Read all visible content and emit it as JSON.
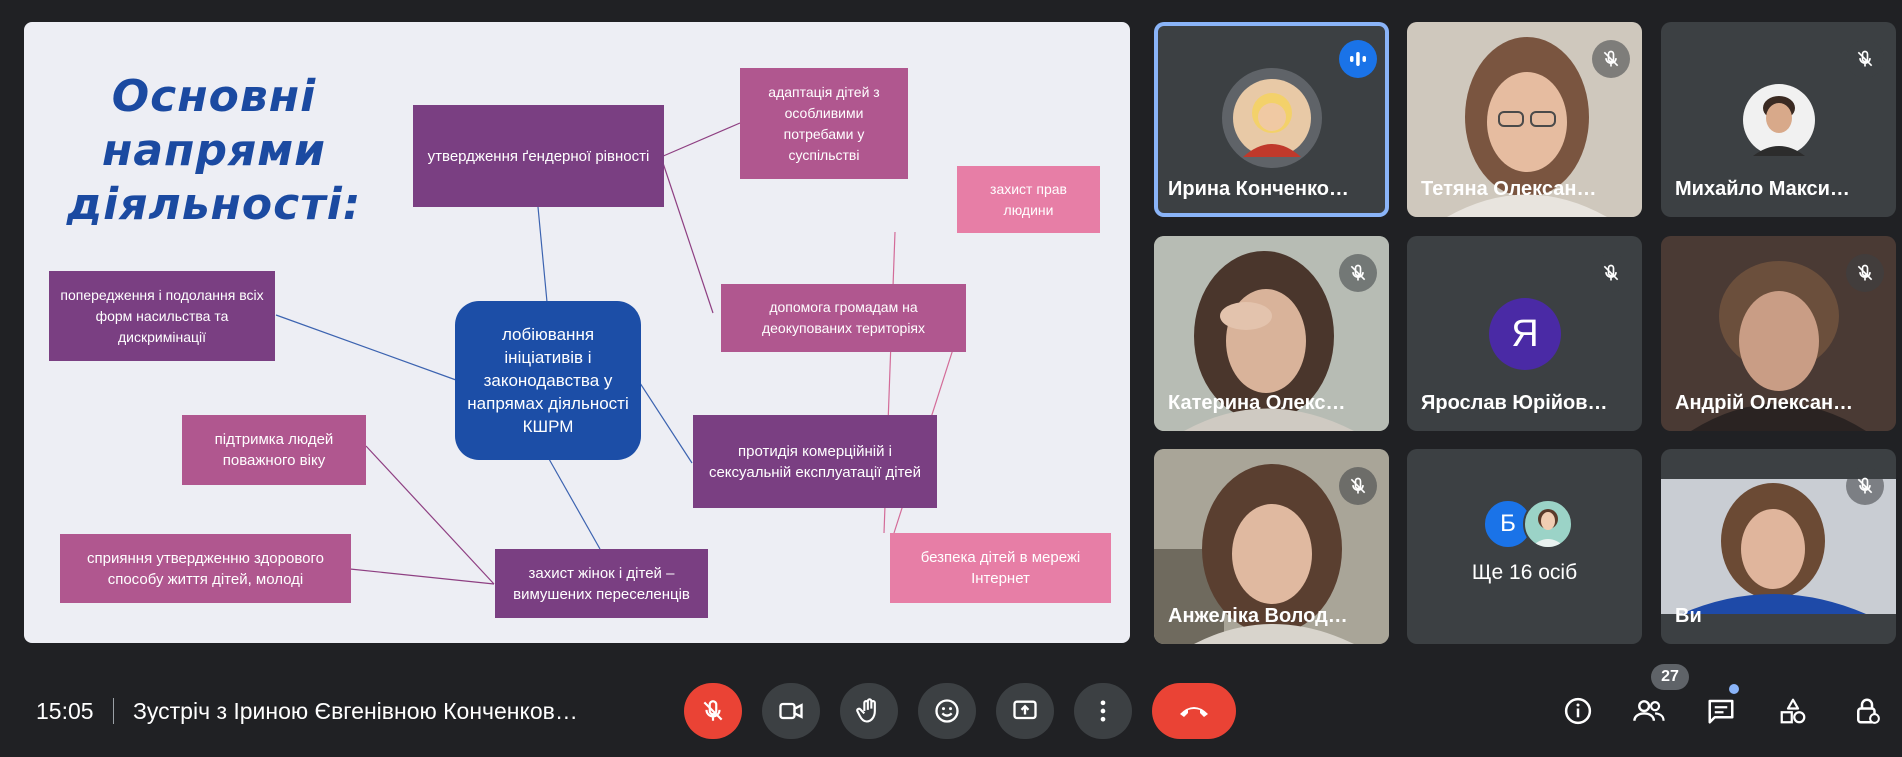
{
  "slide": {
    "title_line1": "Основні",
    "title_line2": "напрями",
    "title_line3": "діяльності:",
    "center": "лобіювання ініціативів і законодавства у напрямах діяльності КШРМ",
    "boxes": {
      "gender": "утвердження ґендерної рівності",
      "adaptation": "адаптація дітей з особливими потребами у суспільстві",
      "human_rights": "захист прав людини",
      "deoccupied": "допомога громадам на деокупованих територіях",
      "violence": "попередження і подолання всіх форм насильства та дискримінації",
      "elderly": "підтримка людей поважного віку",
      "exploitation": "протидія комерційній і сексуальній експлуатації дітей",
      "health": "сприяння утвердженню здорового способу життя дітей, молоді",
      "displaced": "захист жінок і дітей – вимушених переселенців",
      "internet": "безпека дітей в мережі Інтернет"
    }
  },
  "participants": [
    {
      "name": "Ирина Конченко…",
      "status": "speaking"
    },
    {
      "name": "Тетяна Олексан…",
      "status": "muted"
    },
    {
      "name": "Михайло Макси…",
      "status": "muted"
    },
    {
      "name": "Катерина Олекс…",
      "status": "muted"
    },
    {
      "name": "Ярослав Юрійов…",
      "status": "muted",
      "initial": "Я"
    },
    {
      "name": "Андрій Олексан…",
      "status": "muted"
    },
    {
      "name": "Анжеліка Волод…",
      "status": "muted"
    },
    {
      "more_label": "Ще 16 осіб",
      "initial": "Б"
    },
    {
      "name": "Ви",
      "status": "muted"
    }
  ],
  "bottom_bar": {
    "time": "15:05",
    "meeting_title": "Зустріч з Іриною Євгенівною Конченков…",
    "people_count": "27"
  },
  "colors": {
    "background": "#202124",
    "tile": "#3c4043",
    "accent_blue": "#8ab4f8",
    "danger": "#ea4335",
    "slide_dark": "#7a3f82",
    "slide_mid": "#b0578f",
    "slide_pink": "#e77ea6",
    "slide_blue": "#1c4ea7"
  },
  "icons": [
    "mic-off-icon",
    "camera-icon",
    "raise-hand-icon",
    "emoji-icon",
    "present-screen-icon",
    "more-options-icon",
    "hang-up-icon",
    "info-icon",
    "people-icon",
    "chat-icon",
    "activities-icon",
    "host-controls-icon",
    "speaking-icon"
  ]
}
